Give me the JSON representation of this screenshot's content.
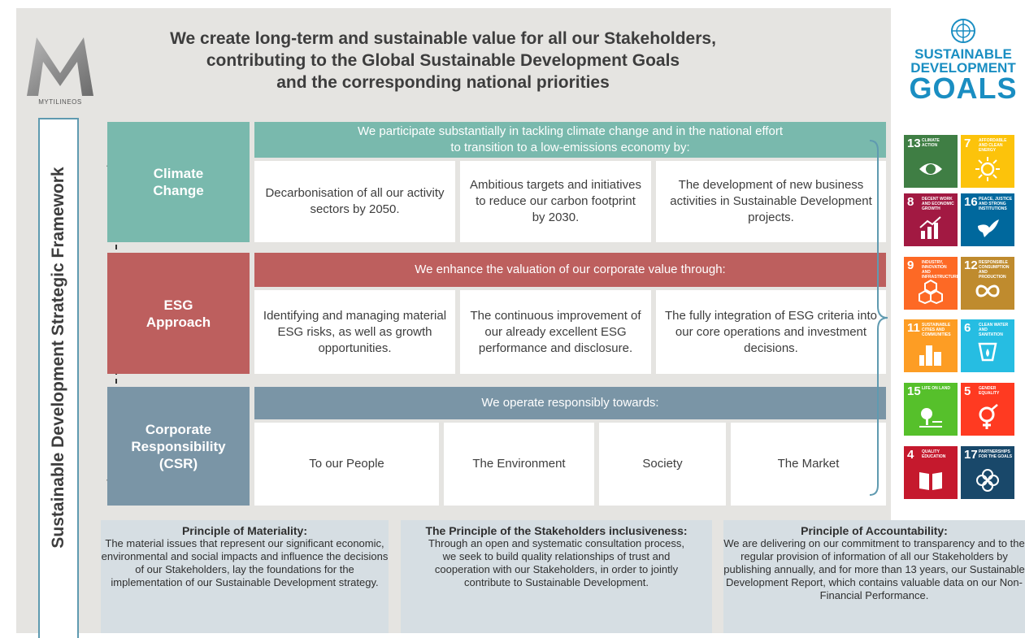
{
  "headline": {
    "line1": "We create long-term and sustainable value for all our Stakeholders,",
    "line2": "contributing to the Global Sustainable Development Goals",
    "line3": "and the corresponding national priorities"
  },
  "logo": {
    "text": "MYTILINEOS"
  },
  "vertical_title": "Sustainable Development Strategic Framework",
  "sdg_logo": {
    "line1": "SUSTAINABLE",
    "line2": "DEVELOPMENT",
    "line3": "GOALS"
  },
  "colors": {
    "climate": "#79b9ad",
    "esg": "#bd5f5e",
    "csr": "#7a95a6",
    "principle_bg": "#d6dee3",
    "frame": "#5f9ab0"
  },
  "rows": [
    {
      "category": {
        "line1": "Climate",
        "line2": "Change"
      },
      "header": {
        "line1": "We participate substantially in tackling climate change and in the national effort",
        "line2": "to transition to a low-emissions economy by:"
      },
      "items": [
        "Decarbonisation of all our activity sectors by 2050.",
        "Ambitious targets and initiatives to reduce our carbon footprint by 2030.",
        "The development of new business activities in Sustainable Development projects."
      ]
    },
    {
      "category": {
        "line1": "ESG",
        "line2": "Approach"
      },
      "header": {
        "line1": "We enhance the valuation of our corporate value through:"
      },
      "items": [
        "Identifying and managing material ESG risks, as well as growth opportunities.",
        "The continuous improvement of our already excellent ESG performance and disclosure.",
        "The fully integration of ESG criteria into our core operations and investment decisions."
      ]
    },
    {
      "category": {
        "line1": "Corporate",
        "line2": "Responsibility",
        "line3": "(CSR)"
      },
      "header": {
        "line1": "We operate responsibly towards:"
      },
      "items": [
        "To our People",
        "The Environment",
        "Society",
        "The Market"
      ]
    }
  ],
  "principles": [
    {
      "title": "Principle of Materiality:",
      "text": "The material issues that represent our significant economic, environmental and social impacts and influence the decisions of our Stakeholders, lay the foundations for the implementation of our Sustainable Development strategy."
    },
    {
      "title": "The Principle of the Stakeholders inclusiveness:",
      "text": "Through an open and systematic consultation process, we seek to build quality relationships of trust and cooperation with our Stakeholders, in order to jointly contribute to Sustainable Development."
    },
    {
      "title": "Principle of Accountability:",
      "text": "We are delivering on our commitment to transparency and to the regular provision of information of all our Stakeholders by publishing annually, and for more than 13 years, our Sustainable Development Report, which contains valuable data on our Non-Financial Performance."
    }
  ],
  "sdg_tiles": [
    {
      "num": "13",
      "label": "Climate Action",
      "color": "#3f7e44",
      "icon": "globe-eye-icon"
    },
    {
      "num": "7",
      "label": "Affordable and Clean Energy",
      "color": "#fcc30b",
      "icon": "sun-icon"
    },
    {
      "num": "8",
      "label": "Decent Work and Economic Growth",
      "color": "#a21942",
      "icon": "growth-chart-icon"
    },
    {
      "num": "16",
      "label": "Peace, Justice and Strong Institutions",
      "color": "#00689d",
      "icon": "dove-icon"
    },
    {
      "num": "9",
      "label": "Industry, Innovation and Infrastructure",
      "color": "#fd6925",
      "icon": "cubes-icon"
    },
    {
      "num": "12",
      "label": "Responsible Consumption and Production",
      "color": "#bf8b2e",
      "icon": "infinity-icon"
    },
    {
      "num": "11",
      "label": "Sustainable Cities and Communities",
      "color": "#fd9d24",
      "icon": "city-icon"
    },
    {
      "num": "6",
      "label": "Clean Water and Sanitation",
      "color": "#26bde2",
      "icon": "water-drop-icon"
    },
    {
      "num": "15",
      "label": "Life on Land",
      "color": "#56c02b",
      "icon": "tree-icon"
    },
    {
      "num": "5",
      "label": "Gender Equality",
      "color": "#ff3a21",
      "icon": "gender-icon"
    },
    {
      "num": "4",
      "label": "Quality Education",
      "color": "#c5192d",
      "icon": "book-icon"
    },
    {
      "num": "17",
      "label": "Partnerships for the Goals",
      "color": "#19486a",
      "icon": "rings-icon"
    }
  ]
}
